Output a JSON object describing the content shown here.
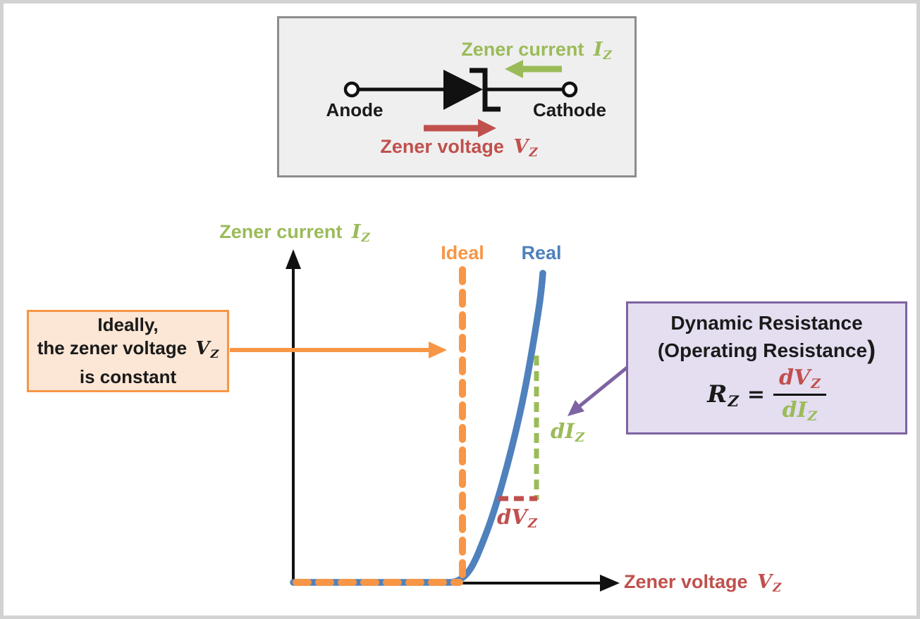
{
  "colors": {
    "green": "#9bbb59",
    "red": "#c0504d",
    "orange": "#f79646",
    "blue": "#4f81bd",
    "purple": "#7e63a3",
    "circuit_panel_fill": "#efefef",
    "circuit_panel_border": "#8d8d8d",
    "ideal_note_fill": "#fce6d5",
    "resistance_note_fill": "#e4def0",
    "page_border": "#d2d2d2"
  },
  "circuit_panel": {
    "current_label": "Zener current",
    "current_var": "I",
    "current_var_sub": "Z",
    "anode_label": "Anode",
    "cathode_label": "Cathode",
    "voltage_label": "Zener voltage",
    "voltage_var": "V",
    "voltage_var_sub": "Z"
  },
  "graph": {
    "y_axis_label": "Zener current",
    "y_axis_var": "I",
    "y_axis_var_sub": "Z",
    "x_axis_label": "Zener voltage",
    "x_axis_var": "V",
    "x_axis_var_sub": "Z",
    "ideal_label": "Ideal",
    "real_label": "Real",
    "delta_current_label": "dI",
    "delta_current_sub": "Z",
    "delta_voltage_label": "dV",
    "delta_voltage_sub": "Z"
  },
  "ideal_note": {
    "line1": "Ideally,",
    "line2": "the zener voltage",
    "line2_var": "V",
    "line2_var_sub": "Z",
    "line3": "is constant"
  },
  "resistance_note": {
    "title_line1": "Dynamic Resistance",
    "title_line2": "(Operating Resistance",
    "title_line2_close": ")",
    "formula_lhs": "R",
    "formula_lhs_sub": "Z",
    "formula_equals": "=",
    "formula_numerator": "dV",
    "formula_numerator_sub": "Z",
    "formula_denominator": "dI",
    "formula_denominator_sub": "Z"
  }
}
